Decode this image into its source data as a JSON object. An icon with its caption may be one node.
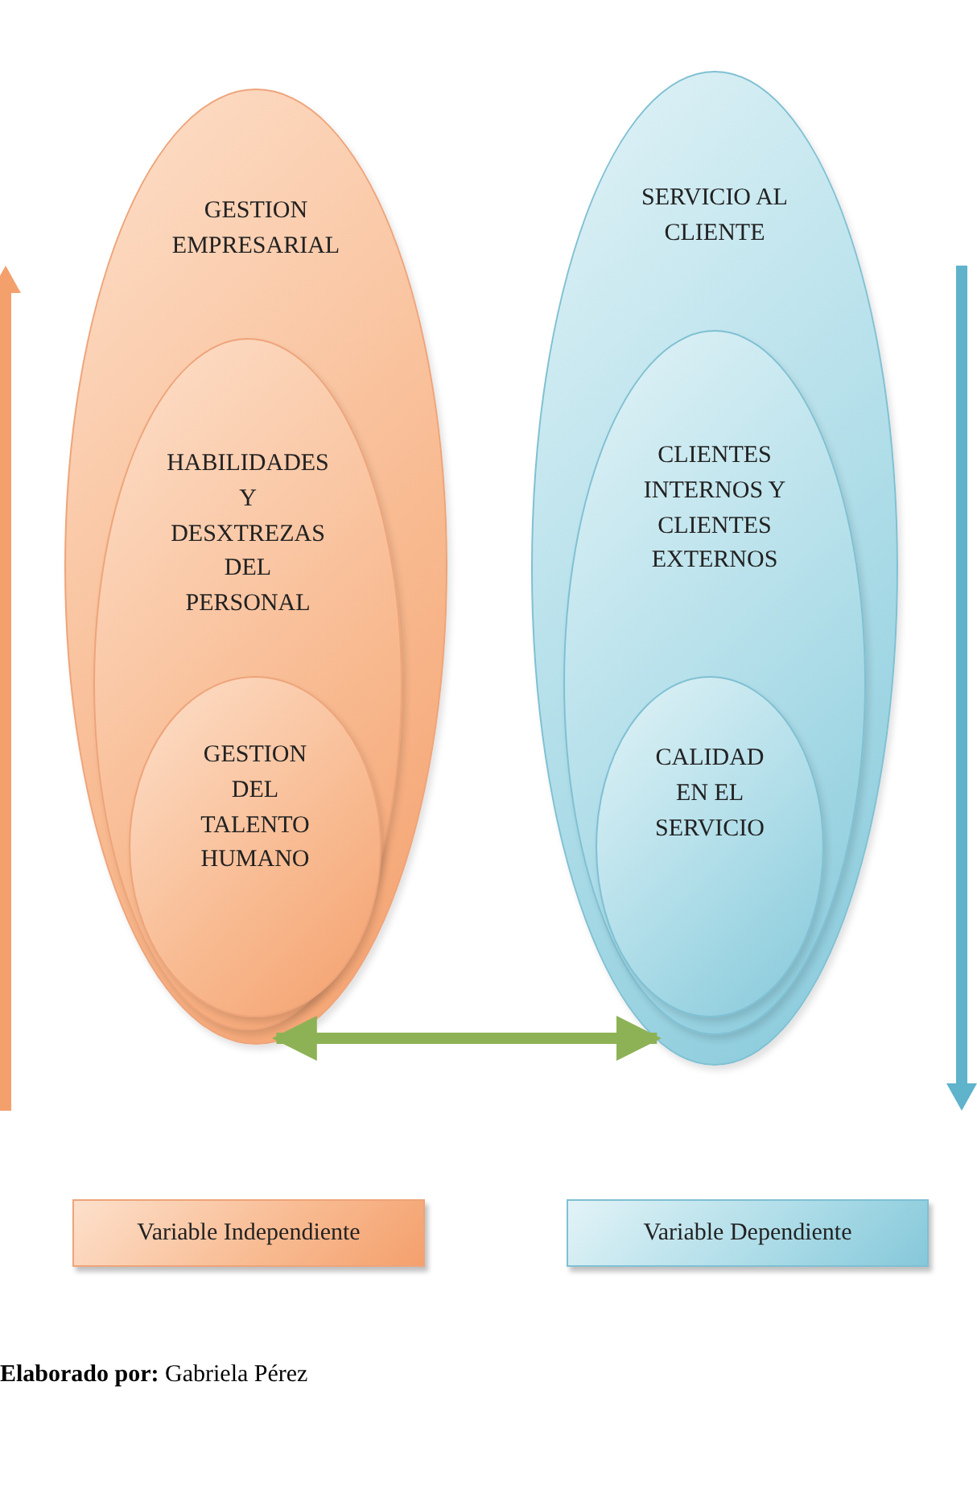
{
  "diagram": {
    "nodes": [
      {
        "text": [
          "GESTION EMPRESARIAL"
        ]
      },
      {
        "text": [
          "HABILIDADES Y DESXTREZAS DEL PERSONAL"
        ],
        "in": 0
      },
      {
        "text": [
          "GESTION DEL TALENTO HUMANO"
        ],
        "in": 1
      },
      {
        "text": [
          "SERVICIO AL CLIENTE"
        ]
      },
      {
        "text": [
          "CLIENTES INTERNOS Y CLIENTES EXTERNOS"
        ],
        "in": 3
      },
      {
        "text": [
          "CALIDAD EN EL SERVICIO"
        ],
        "in": 4
      },
      {
        "text": [
          "Variable Independiente"
        ]
      },
      {
        "text": [
          "Variable Dependiente"
        ]
      }
    ],
    "edges": [
      {
        "from": 0,
        "to": 3,
        "arrow": "both",
        "color": "#8db255"
      }
    ],
    "labels": [
      "**Elaborado por:** Gabriela Pérez"
    ]
  }
}
